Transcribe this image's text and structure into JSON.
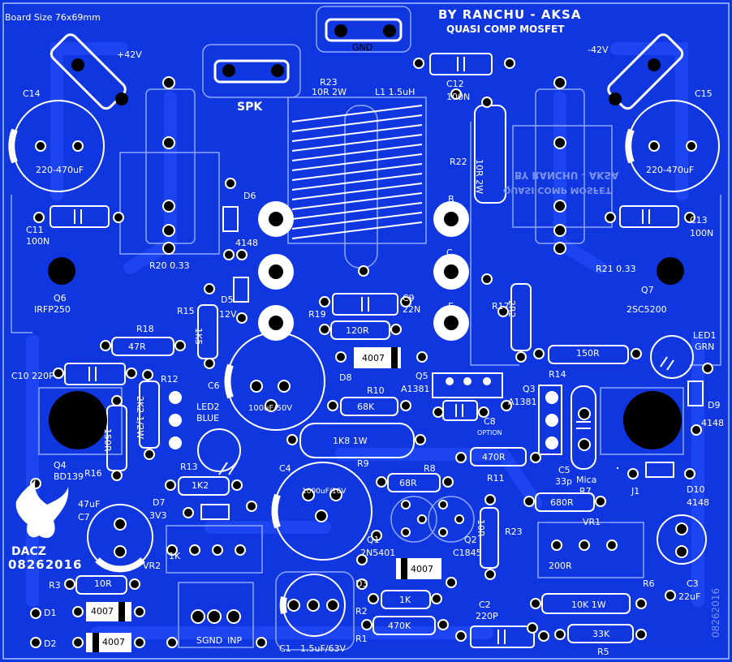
{
  "board": {
    "size": "Board Size 76x69mm",
    "title": "BY RANCHU - AKSA",
    "subtitle": "QUASI COMP MOSFET",
    "mirror_title": "BY RANCHU - AKSA",
    "mirror_subtitle": "QUASI COMP MOSFET",
    "logo_name": "DACZ",
    "logo_date": "08262016",
    "edge_code": "08262016",
    "colors": {
      "board": "#1036e0",
      "trace": "#1a47ff",
      "silk": "#ffffff",
      "pad": "#000000"
    }
  },
  "labels": {
    "gnd": "GND",
    "spk": "SPK",
    "plus42": "+42V",
    "minus42": "-42V",
    "c14": "C14",
    "c14v": "220-470uF",
    "c15": "C15",
    "c15v": "220-470uF",
    "c11": "C11",
    "c11v": "100N",
    "c13": "C13",
    "c13v": "100N",
    "r23": "R23",
    "r23v": "10R 2W",
    "l1": "L1 1.5uH",
    "c12": "C12",
    "c12v": "100N",
    "r22v": "10R 2W",
    "r22": "R22",
    "d6": "D6",
    "d6v": "4148",
    "r20": "R20 0.33",
    "r21": "R21 0.33",
    "q6": "Q6",
    "q6v": "IRFP250",
    "q7": "Q7",
    "q7v": "2SC5200",
    "d5": "D5",
    "d5v": "12V",
    "r15": "R15",
    "r15v": "1K5",
    "b": "B",
    "c": "C",
    "e": "E",
    "r19": "R19",
    "r19v": "120R",
    "c9": "C9",
    "c9v": "22N",
    "r17": "R17",
    "r17v": "2R2",
    "led1": "LED1",
    "led1v": "GRN",
    "r18": "R18",
    "r18v": "47R",
    "c10": "C10 220P",
    "c6": "C6",
    "c6v": "100uF/50V",
    "d8": "D8",
    "d8v": "4007",
    "q5": "Q5",
    "q5v": "A1381",
    "r14v": "150R",
    "r14": "R14",
    "r12": "R12",
    "r12v": "2K2 1/2W",
    "led2": "LED2",
    "led2v": "BLUE",
    "r10": "R10",
    "r10v": "68K",
    "q3": "Q3",
    "q3v": "A1381",
    "c8": "C8",
    "c8v": "OPTION",
    "d9": "D9",
    "d9v": "4148",
    "q4": "Q4",
    "q4v": "BD139",
    "r16": "R16",
    "r16v": "150R",
    "r9": "R9",
    "r9v": "1K8 1W",
    "r11": "R11",
    "r11v": "470R",
    "c5": "C5",
    "c5v": "33p",
    "c5m": "Mica",
    "r7": "R7",
    "r7v": "680R",
    "j1": "J1",
    "d10": "D10",
    "d10v": "4148",
    "r13": "R13",
    "r13v": "1K2",
    "c4": "C4",
    "c4v": "1000uF/16V",
    "r8": "R8",
    "r8v": "68R",
    "c7": "C7",
    "c7v": "47uF",
    "d7": "D7",
    "d7v": "3V3",
    "q1": "Q1",
    "q1v": "2N5401",
    "q2": "Q2",
    "q2v": "C1845",
    "r23b": "R23",
    "r23bv": "10R",
    "vr1": "VR1",
    "vr1v": "200R",
    "vr2": "VR2",
    "vr2v": "1K",
    "r3": "R3",
    "r3v": "10R",
    "d1": "D1",
    "d1v": "4007",
    "d2": "D2",
    "d2v": "4007",
    "sgnd": "SGND",
    "inp": "INP",
    "c1": "C1",
    "c1v": "1.5uF/63V",
    "d3": "D3",
    "d3v": "4007",
    "r2": "R2",
    "r2v": "1K",
    "r1": "R1",
    "r1v": "470K",
    "c2": "C2",
    "c2v": "220P",
    "r6": "R6",
    "r6v": "10K 1W",
    "c3": "C3",
    "c3v": "22uF",
    "r5": "R5",
    "r5v": "33K"
  }
}
